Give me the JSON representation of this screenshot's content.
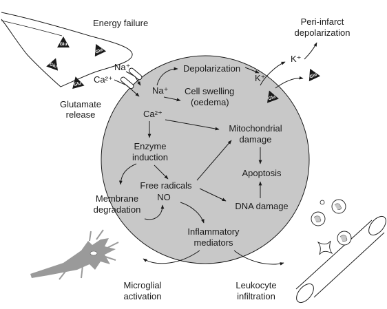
{
  "labels": {
    "energy_failure": "Energy failure",
    "glutamate_release_1": "Glutamate",
    "glutamate_release_2": "release",
    "glu": "Glu",
    "na_top": "Na⁺",
    "ca_top": "Ca²⁺",
    "na_inner": "Na⁺",
    "ca_inner": "Ca²⁺",
    "depolarization": "Depolarization",
    "cell_swelling_1": "Cell swelling",
    "cell_swelling_2": "(oedema)",
    "k_inner": "K⁺",
    "k_outer": "K⁺",
    "peri_infarct_1": "Peri-infarct",
    "peri_infarct_2": "depolarization",
    "mito_1": "Mitochondrial",
    "mito_2": "damage",
    "enzyme_1": "Enzyme",
    "enzyme_2": "induction",
    "apoptosis": "Apoptosis",
    "free_radicals": "Free radicals",
    "no": "NO",
    "membrane_1": "Membrane",
    "membrane_2": "degradation",
    "dna_damage": "DNA damage",
    "inflam_1": "Inflammatory",
    "inflam_2": "mediators",
    "microglial_1": "Microglial",
    "microglial_2": "activation",
    "leukocyte_1": "Leukocyte",
    "leukocyte_2": "infiltration"
  },
  "colors": {
    "cell_fill": "#c8c8c8",
    "outline": "#1a1a1a",
    "microglia": "#9a9a9a",
    "background": "#ffffff"
  },
  "icons": {
    "glutamate": "triangle-glu-icon",
    "microglia": "microglia-cell-icon",
    "vessel": "blood-vessel-icon",
    "leukocyte": "leukocyte-icon",
    "channel": "ion-channel-icon"
  }
}
